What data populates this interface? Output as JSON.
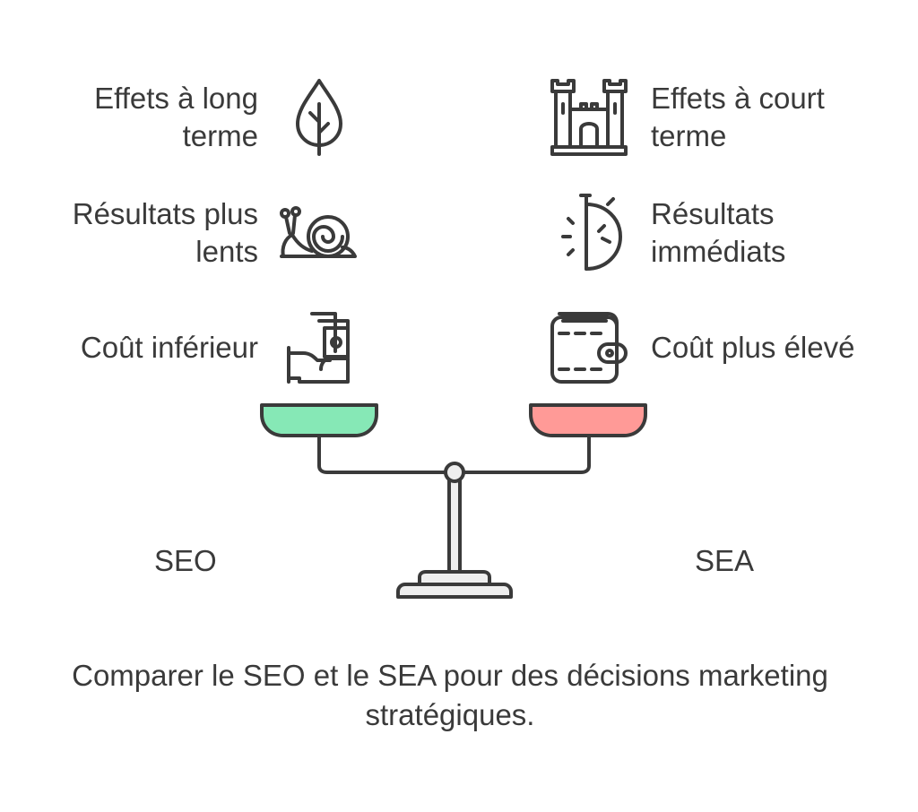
{
  "seo": {
    "title": "SEO",
    "items": [
      {
        "text": "Effets à long terme",
        "icon": "tree-icon"
      },
      {
        "text": "Résultats plus lents",
        "icon": "snail-icon"
      },
      {
        "text": "Coût inférieur",
        "icon": "hand-money-icon"
      }
    ],
    "pan_color": "#86e8b6"
  },
  "sea": {
    "title": "SEA",
    "items": [
      {
        "text": "Effets à court terme",
        "icon": "castle-icon"
      },
      {
        "text": "Résultats immédiats",
        "icon": "stopwatch-icon"
      },
      {
        "text": "Coût plus élevé",
        "icon": "wallet-icon"
      }
    ],
    "pan_color": "#ff9a97"
  },
  "caption": "Comparer le SEO et le SEA pour des décisions marketing stratégiques.",
  "colors": {
    "stroke": "#3a3a3a",
    "base": "#eeeeee"
  }
}
